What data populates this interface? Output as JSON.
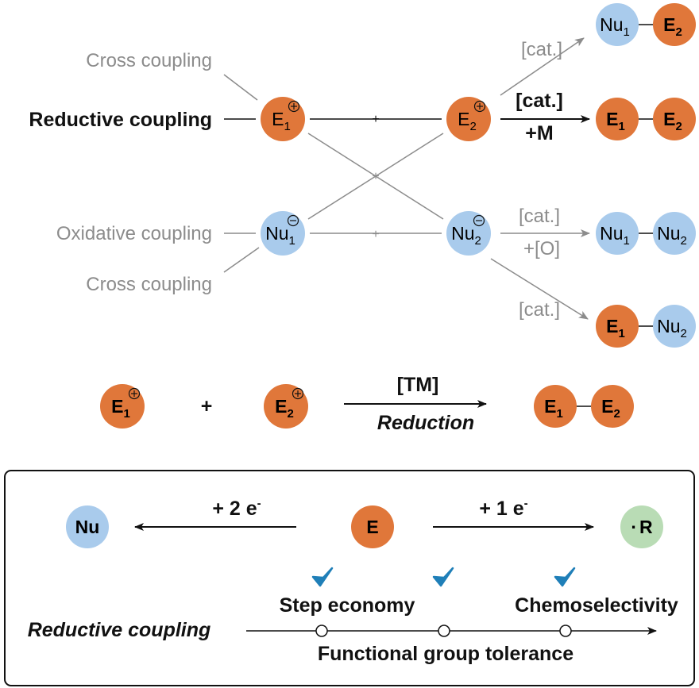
{
  "colors": {
    "electrophile": "#e0773a",
    "nucleophile": "#a9cbec",
    "radical": "#b9dcb5",
    "check": "#1f7fb8",
    "gray": "#8c8c8c",
    "black": "#111111"
  },
  "top_scheme": {
    "labels": {
      "cross_coupling_top": "Cross coupling",
      "reductive_coupling": "Reductive coupling",
      "oxidative_coupling": "Oxidative coupling",
      "cross_coupling_bottom": "Cross coupling"
    },
    "reagents": {
      "E1": {
        "base": "E",
        "sub": "1"
      },
      "E2": {
        "base": "E",
        "sub": "2"
      },
      "Nu1": {
        "base": "Nu",
        "sub": "1"
      },
      "Nu2": {
        "base": "Nu",
        "sub": "2"
      }
    },
    "plus_sign": "+",
    "arrow_conditions": {
      "to_nu1_e2": "[cat.]",
      "to_e1_e2_top": "[cat.]",
      "to_e1_e2_bottom": "+M",
      "to_nu1_nu2_top": "[cat.]",
      "to_nu1_nu2_bottom": "+[O]",
      "to_e1_nu2": "[cat.]"
    }
  },
  "middle_scheme": {
    "plus_sign": "+",
    "catalyst": "[TM]",
    "condition": "Reduction"
  },
  "bottom_box": {
    "left_arrow_label": "+ 2 e",
    "right_arrow_label": "+ 1 e",
    "electron_sup": "-",
    "nucleophile": "Nu",
    "electrophile": "E",
    "radical_dot": "·",
    "radical": "R",
    "timeline_label": "Reductive coupling",
    "advantages": {
      "step_economy": "Step economy",
      "chemoselectivity": "Chemoselectivity",
      "functional_group_tolerance": "Functional group tolerance"
    }
  }
}
